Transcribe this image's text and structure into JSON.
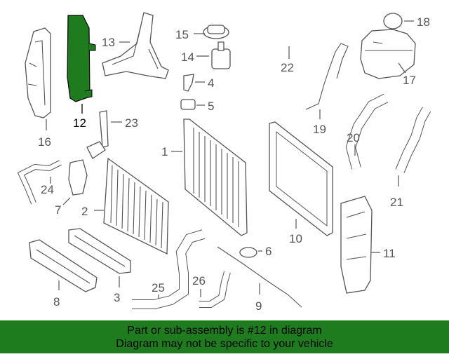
{
  "callouts": {
    "c1": "1",
    "c2": "2",
    "c3": "3",
    "c4": "4",
    "c5": "5",
    "c6": "6",
    "c7": "7",
    "c8": "8",
    "c9": "9",
    "c10": "10",
    "c11": "11",
    "c12": "12",
    "c13": "13",
    "c14": "14",
    "c15": "15",
    "c16": "16",
    "c17": "17",
    "c18": "18",
    "c19": "19",
    "c20": "20",
    "c21": "21",
    "c22": "22",
    "c23": "23",
    "c24": "24",
    "c25": "25",
    "c26": "26"
  },
  "highlight": {
    "part": "12",
    "color": "#1e7b1e"
  },
  "banner": {
    "line1": "Part or sub-assembly is #12 in diagram",
    "line2": "Diagram may not be specific to your vehicle",
    "background": "#1e7b1e"
  }
}
